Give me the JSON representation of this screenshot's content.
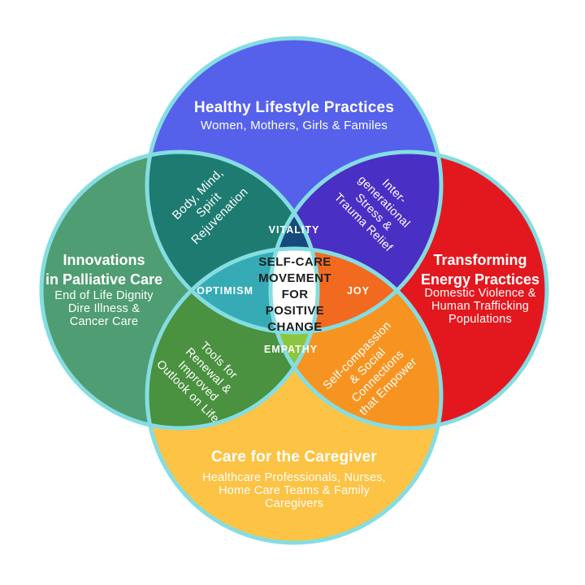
{
  "background_color": "#ffffff",
  "outline_color": "#85dde2",
  "circles": {
    "top": {
      "title": "Healthy Lifestyle Practices",
      "subtitle": "Women, Mothers, Girls & Familes",
      "color": "#5661eb"
    },
    "left": {
      "title": "Innovations\nin Palliative Care",
      "subtitle": "End of Life Dignity\nDire Illness &\nCancer Care",
      "color": "#4f9d72"
    },
    "right": {
      "title": "Transforming\nEnergy Practices",
      "subtitle": "Domestic Violence &\nHuman Trafficking\nPopulations",
      "color": "#e3181e"
    },
    "bottom": {
      "title": "Care for the Caregiver",
      "subtitle": "Healthcare Professionals, Nurses,\nHome Care Teams & Family\nCaregivers",
      "color": "#fcc344"
    }
  },
  "overlaps": {
    "top_left": {
      "label": "Body, Mind,\nSpirit\nRejuvenation",
      "color": "#1e7b71"
    },
    "top_right": {
      "label": "Inter-\ngenerational\nStress &\nTrauma Relief",
      "color": "#4a2fc4"
    },
    "bottom_left": {
      "label": "Tools for\nRenewal &\nImproved\nOutlook on Life",
      "color": "#4a9140"
    },
    "bottom_right": {
      "label": "Self-compassion\n& Social\nConnections\nthat Empower",
      "color": "#f79421"
    }
  },
  "inner_lenses": {
    "vitality": {
      "label": "VITALITY",
      "color": "#174a7c"
    },
    "optimism": {
      "label": "OPTIMISM",
      "color": "#36abb5"
    },
    "joy": {
      "label": "JOY",
      "color": "#f26a1f"
    },
    "empathy": {
      "label": "EMPATHY",
      "color": "#8cc63e"
    }
  },
  "center": {
    "label": "SELF-CARE\nMOVEMENT\nFOR\nPOSITIVE\nCHANGE",
    "bg_color": "#ffffff",
    "text_color": "#1e1e1e"
  }
}
